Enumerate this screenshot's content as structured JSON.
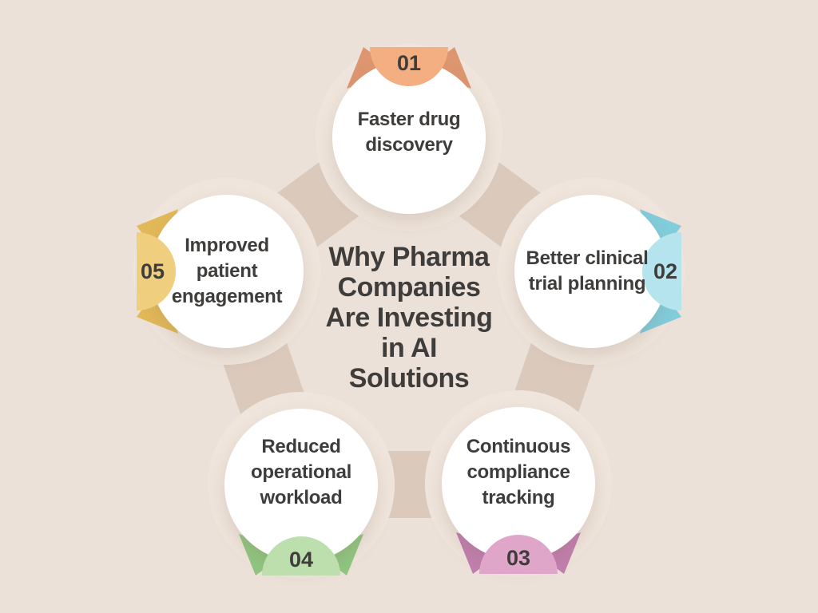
{
  "title": {
    "line1": "Why Pharma",
    "line2": "Companies",
    "line3": "Are Investing",
    "line4": "in AI",
    "line5": "Solutions"
  },
  "nodes": [
    {
      "number": "01",
      "line1": "Faster drug",
      "line2": "discovery",
      "line3": "",
      "badge_color": "#F3AF81",
      "wing_color": "#DD9670"
    },
    {
      "number": "02",
      "line1": "Better clinical",
      "line2": "trial planning",
      "line3": "",
      "badge_color": "#B5E4EE",
      "wing_color": "#82CDDB"
    },
    {
      "number": "03",
      "line1": "Continuous",
      "line2": "compliance",
      "line3": "tracking",
      "badge_color": "#E0A6CA",
      "wing_color": "#C17FAE"
    },
    {
      "number": "04",
      "line1": "Reduced",
      "line2": "operational",
      "line3": "workload",
      "badge_color": "#BCDFAD",
      "wing_color": "#90C681"
    },
    {
      "number": "05",
      "line1": "Improved",
      "line2": "patient",
      "line3": "engagement",
      "badge_color": "#EFCE7E",
      "wing_color": "#E2B959"
    }
  ],
  "colors": {
    "background": "#EBE1D8",
    "connector_band": "#DBC9BC",
    "node_halo": "#EFE5DC",
    "node_circle": "#FFFFFF",
    "text": "#3F3D3B"
  }
}
